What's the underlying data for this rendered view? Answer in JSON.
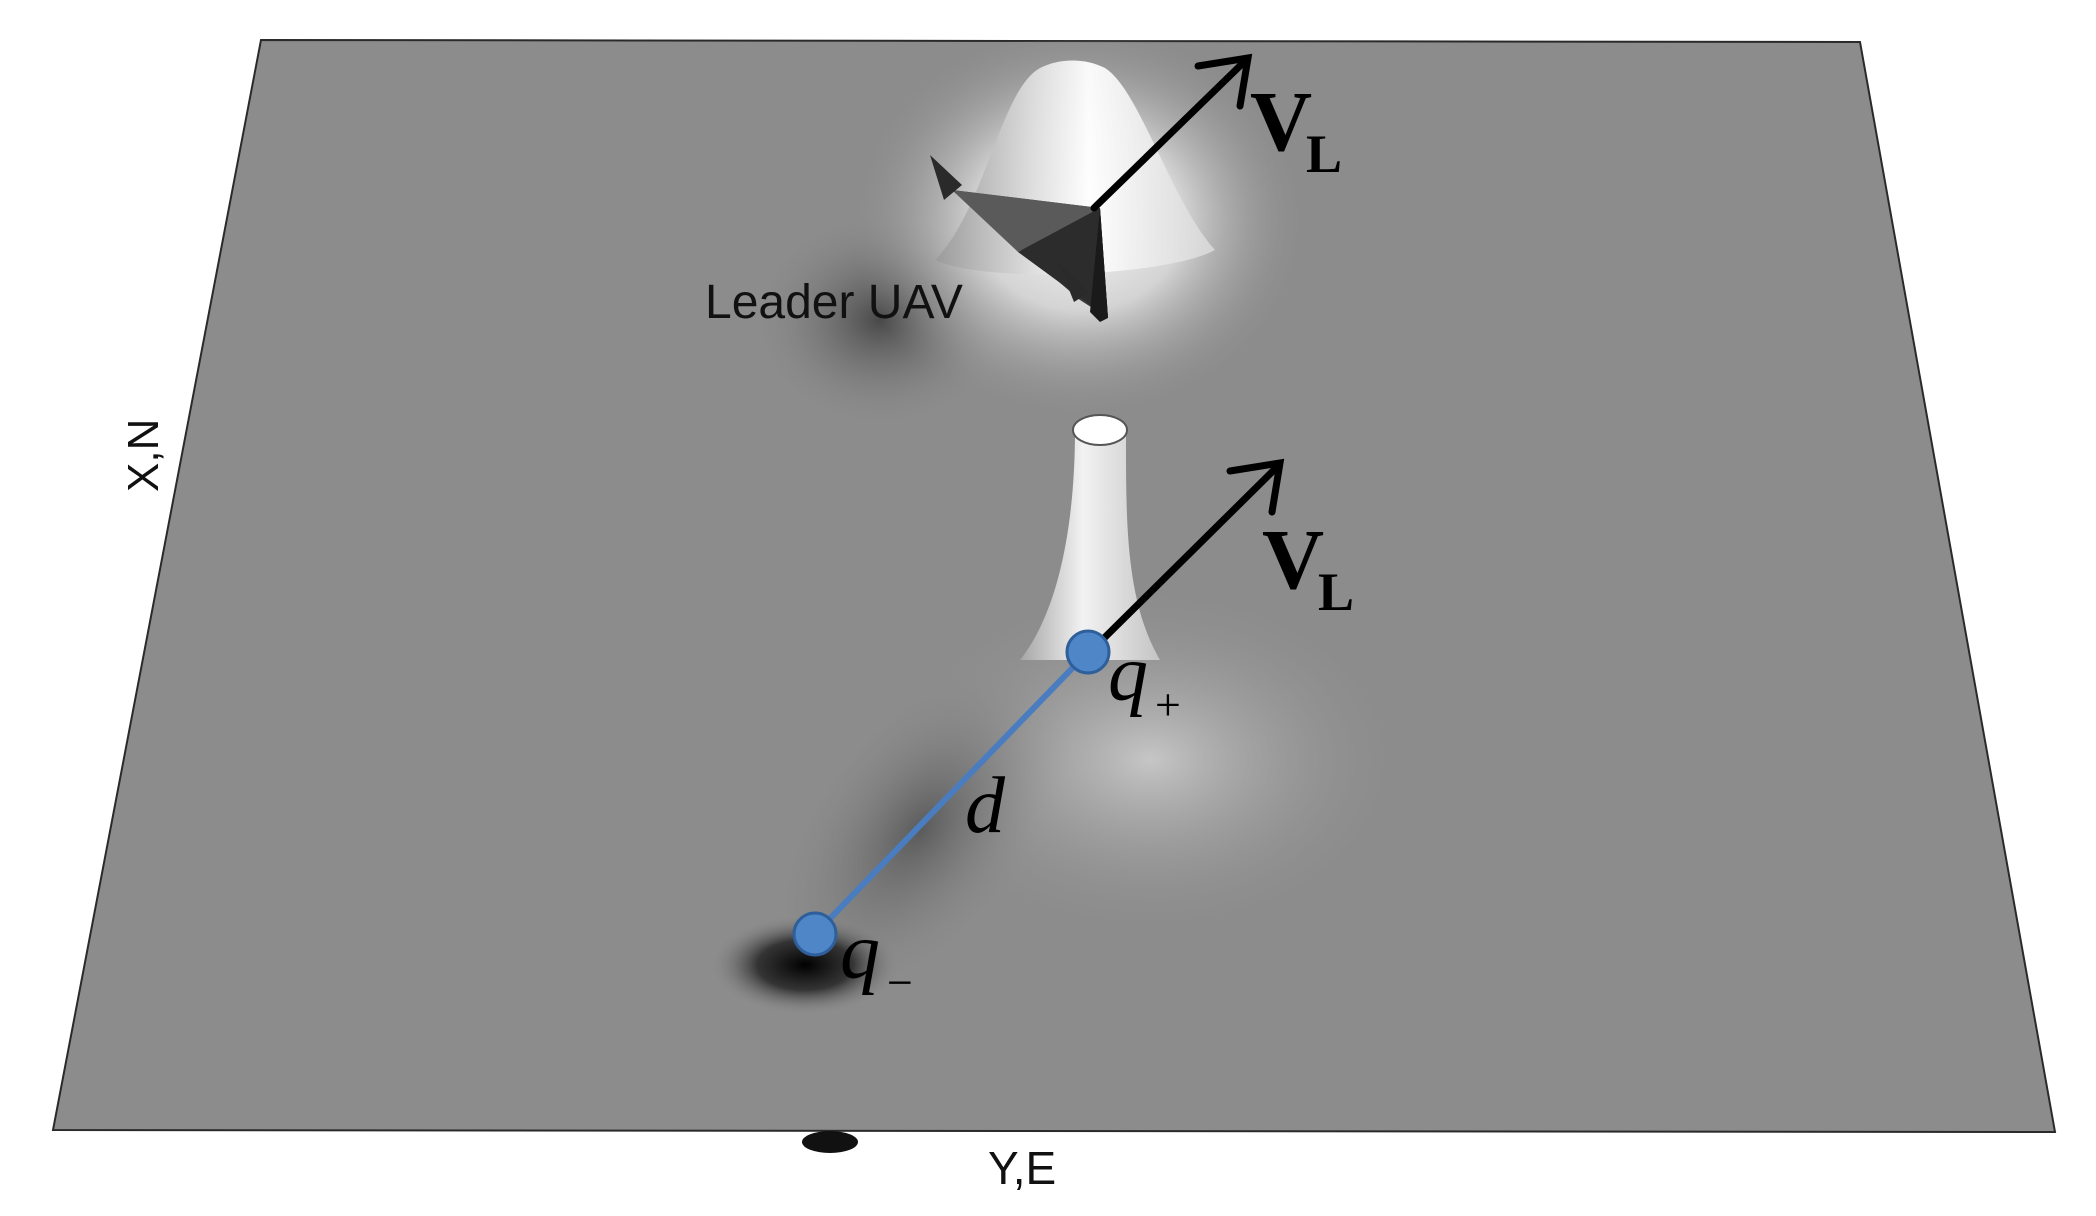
{
  "labels": {
    "leader": "Leader UAV",
    "axis_x": "X,N",
    "axis_y": "Y,E",
    "velocity_top": {
      "main": "V",
      "sub": "L"
    },
    "velocity_mid": {
      "main": "V",
      "sub": "L"
    },
    "distance": "d",
    "charge_plus": {
      "main": "q",
      "sub": "+"
    },
    "charge_minus": {
      "main": "q",
      "sub": "−"
    }
  },
  "colors": {
    "plane": "#8c8c8c",
    "plane_edge": "#2a2a2a",
    "dipole_link": "#4a7cc0",
    "charge_marker": "#4f86c8",
    "charge_marker_edge": "#2f5f9a",
    "arrow": "#000000",
    "uav_body": "#3a3a3a"
  },
  "icons": {
    "uav": "delta-wing-uav-icon",
    "charge": "point-charge-marker"
  }
}
